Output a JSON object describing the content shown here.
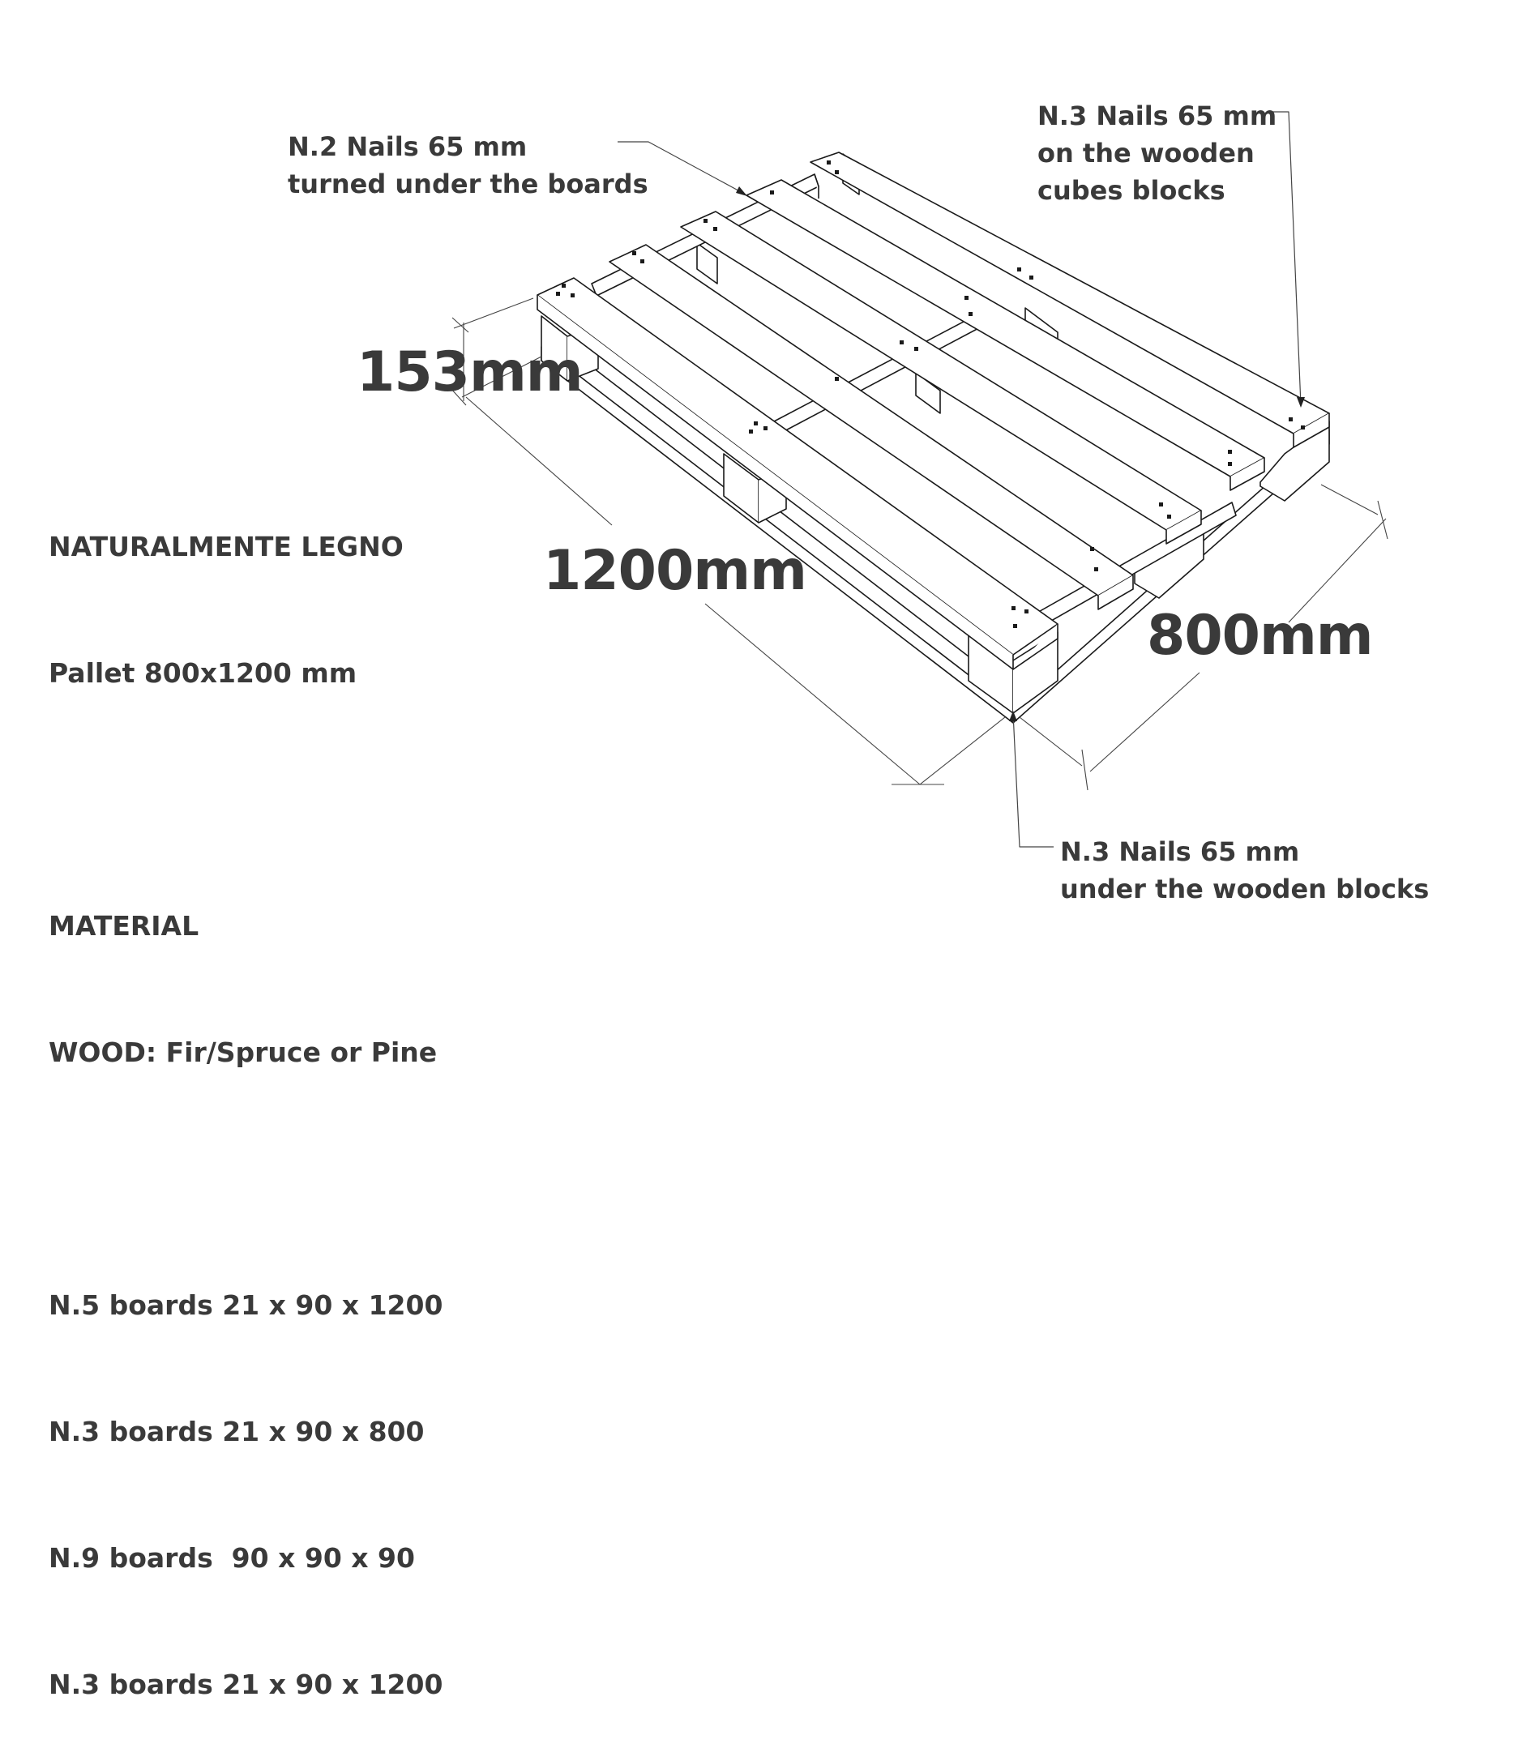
{
  "annotations": {
    "nails_top_left": [
      "N.2 Nails 65 mm",
      "turned under the boards"
    ],
    "nails_top_right": [
      "N.3 Nails 65 mm",
      "on the wooden",
      "cubes blocks"
    ],
    "nails_bottom": [
      "N.3 Nails 65 mm",
      "under the wooden blocks"
    ]
  },
  "dimensions": {
    "height": "153mm",
    "length": "1200mm",
    "width": "800mm"
  },
  "specs": {
    "brand": "NATURALMENTE LEGNO",
    "product": "Pallet 800x1200 mm",
    "material_heading": "MATERIAL",
    "material": "WOOD: Fir/Spruce or Pine",
    "boards": [
      "N.5 boards 21 x 90 x 1200",
      "N.3 boards 21 x 90 x 800",
      "N.9 boards  90 x 90 x 90",
      "N.3 boards 21 x 90 x 1200"
    ]
  },
  "colors": {
    "ink": "#3a3a3a",
    "line": "#1a1a1a",
    "background": "#ffffff"
  }
}
